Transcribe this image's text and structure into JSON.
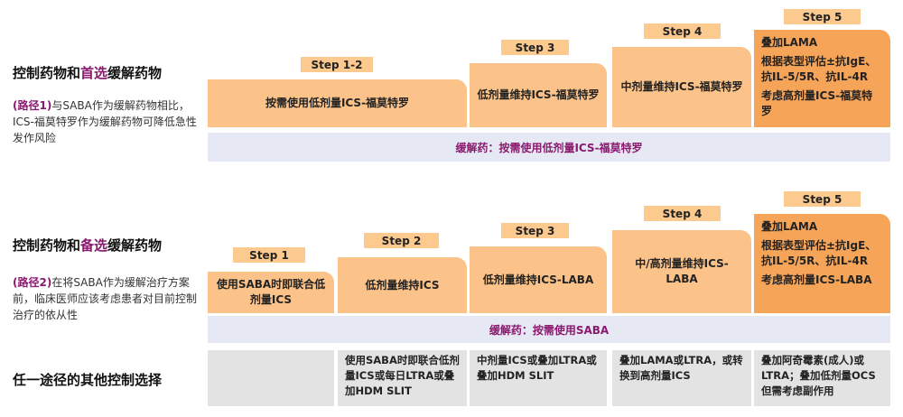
{
  "section1": {
    "title_pre": "控制药物和",
    "title_hl": "首选",
    "title_post": "缓解药物",
    "desc_tag": "(路径1)",
    "desc_text": "与SABA作为缓解药物相比，ICS-福莫特罗作为缓解药物可降低急性发作风险",
    "steps": [
      {
        "label": "Step 1-2",
        "text": "按需使用低剂量ICS-福莫特罗"
      },
      {
        "label": "Step 3",
        "text": "低剂量维持ICS-福莫特罗"
      },
      {
        "label": "Step 4",
        "text": "中剂量维持ICS-福莫特罗"
      },
      {
        "label": "Step 5",
        "line1": "叠加LAMA",
        "line2": "根据表型评估±抗IgE、抗IL-5/5R、抗IL-4R",
        "line3": "考虑高剂量ICS-福莫特罗"
      }
    ],
    "reliever": "缓解药：按需使用低剂量ICS-福莫特罗"
  },
  "section2": {
    "title_pre": "控制药物和",
    "title_hl": "备选",
    "title_post": "缓解药物",
    "desc_tag": "(路径2)",
    "desc_text": "在将SABA作为缓解治疗方案前，临床医师应该考虑患者对目前控制治疗的依从性",
    "steps": [
      {
        "label": "Step 1",
        "text": "使用SABA时即联合低剂量ICS"
      },
      {
        "label": "Step 2",
        "text": "低剂量维持ICS"
      },
      {
        "label": "Step 3",
        "text": "低剂量维持ICS-LABA"
      },
      {
        "label": "Step 4",
        "text": "中/高剂量维持ICS-LABA"
      },
      {
        "label": "Step 5",
        "line1": "叠加LAMA",
        "line2": "根据表型评估±抗IgE、抗IL-5/5R、抗IL-4R",
        "line3": "考虑高剂量ICS-LABA"
      }
    ],
    "reliever": "缓解药：按需使用SABA"
  },
  "other": {
    "title": "任一途径的其他控制选择",
    "cells": [
      "",
      "使用SABA时即联合低剂量ICS或每日LTRA或叠加HDM SLIT",
      "中剂量ICS或叠加LTRA或叠加HDM SLIT",
      "叠加LAMA或LTRA，或转换到高剂量ICS",
      "叠加阿奇霉素(成人)或LTRA；叠加低剂量OCS但需考虑副作用"
    ]
  }
}
